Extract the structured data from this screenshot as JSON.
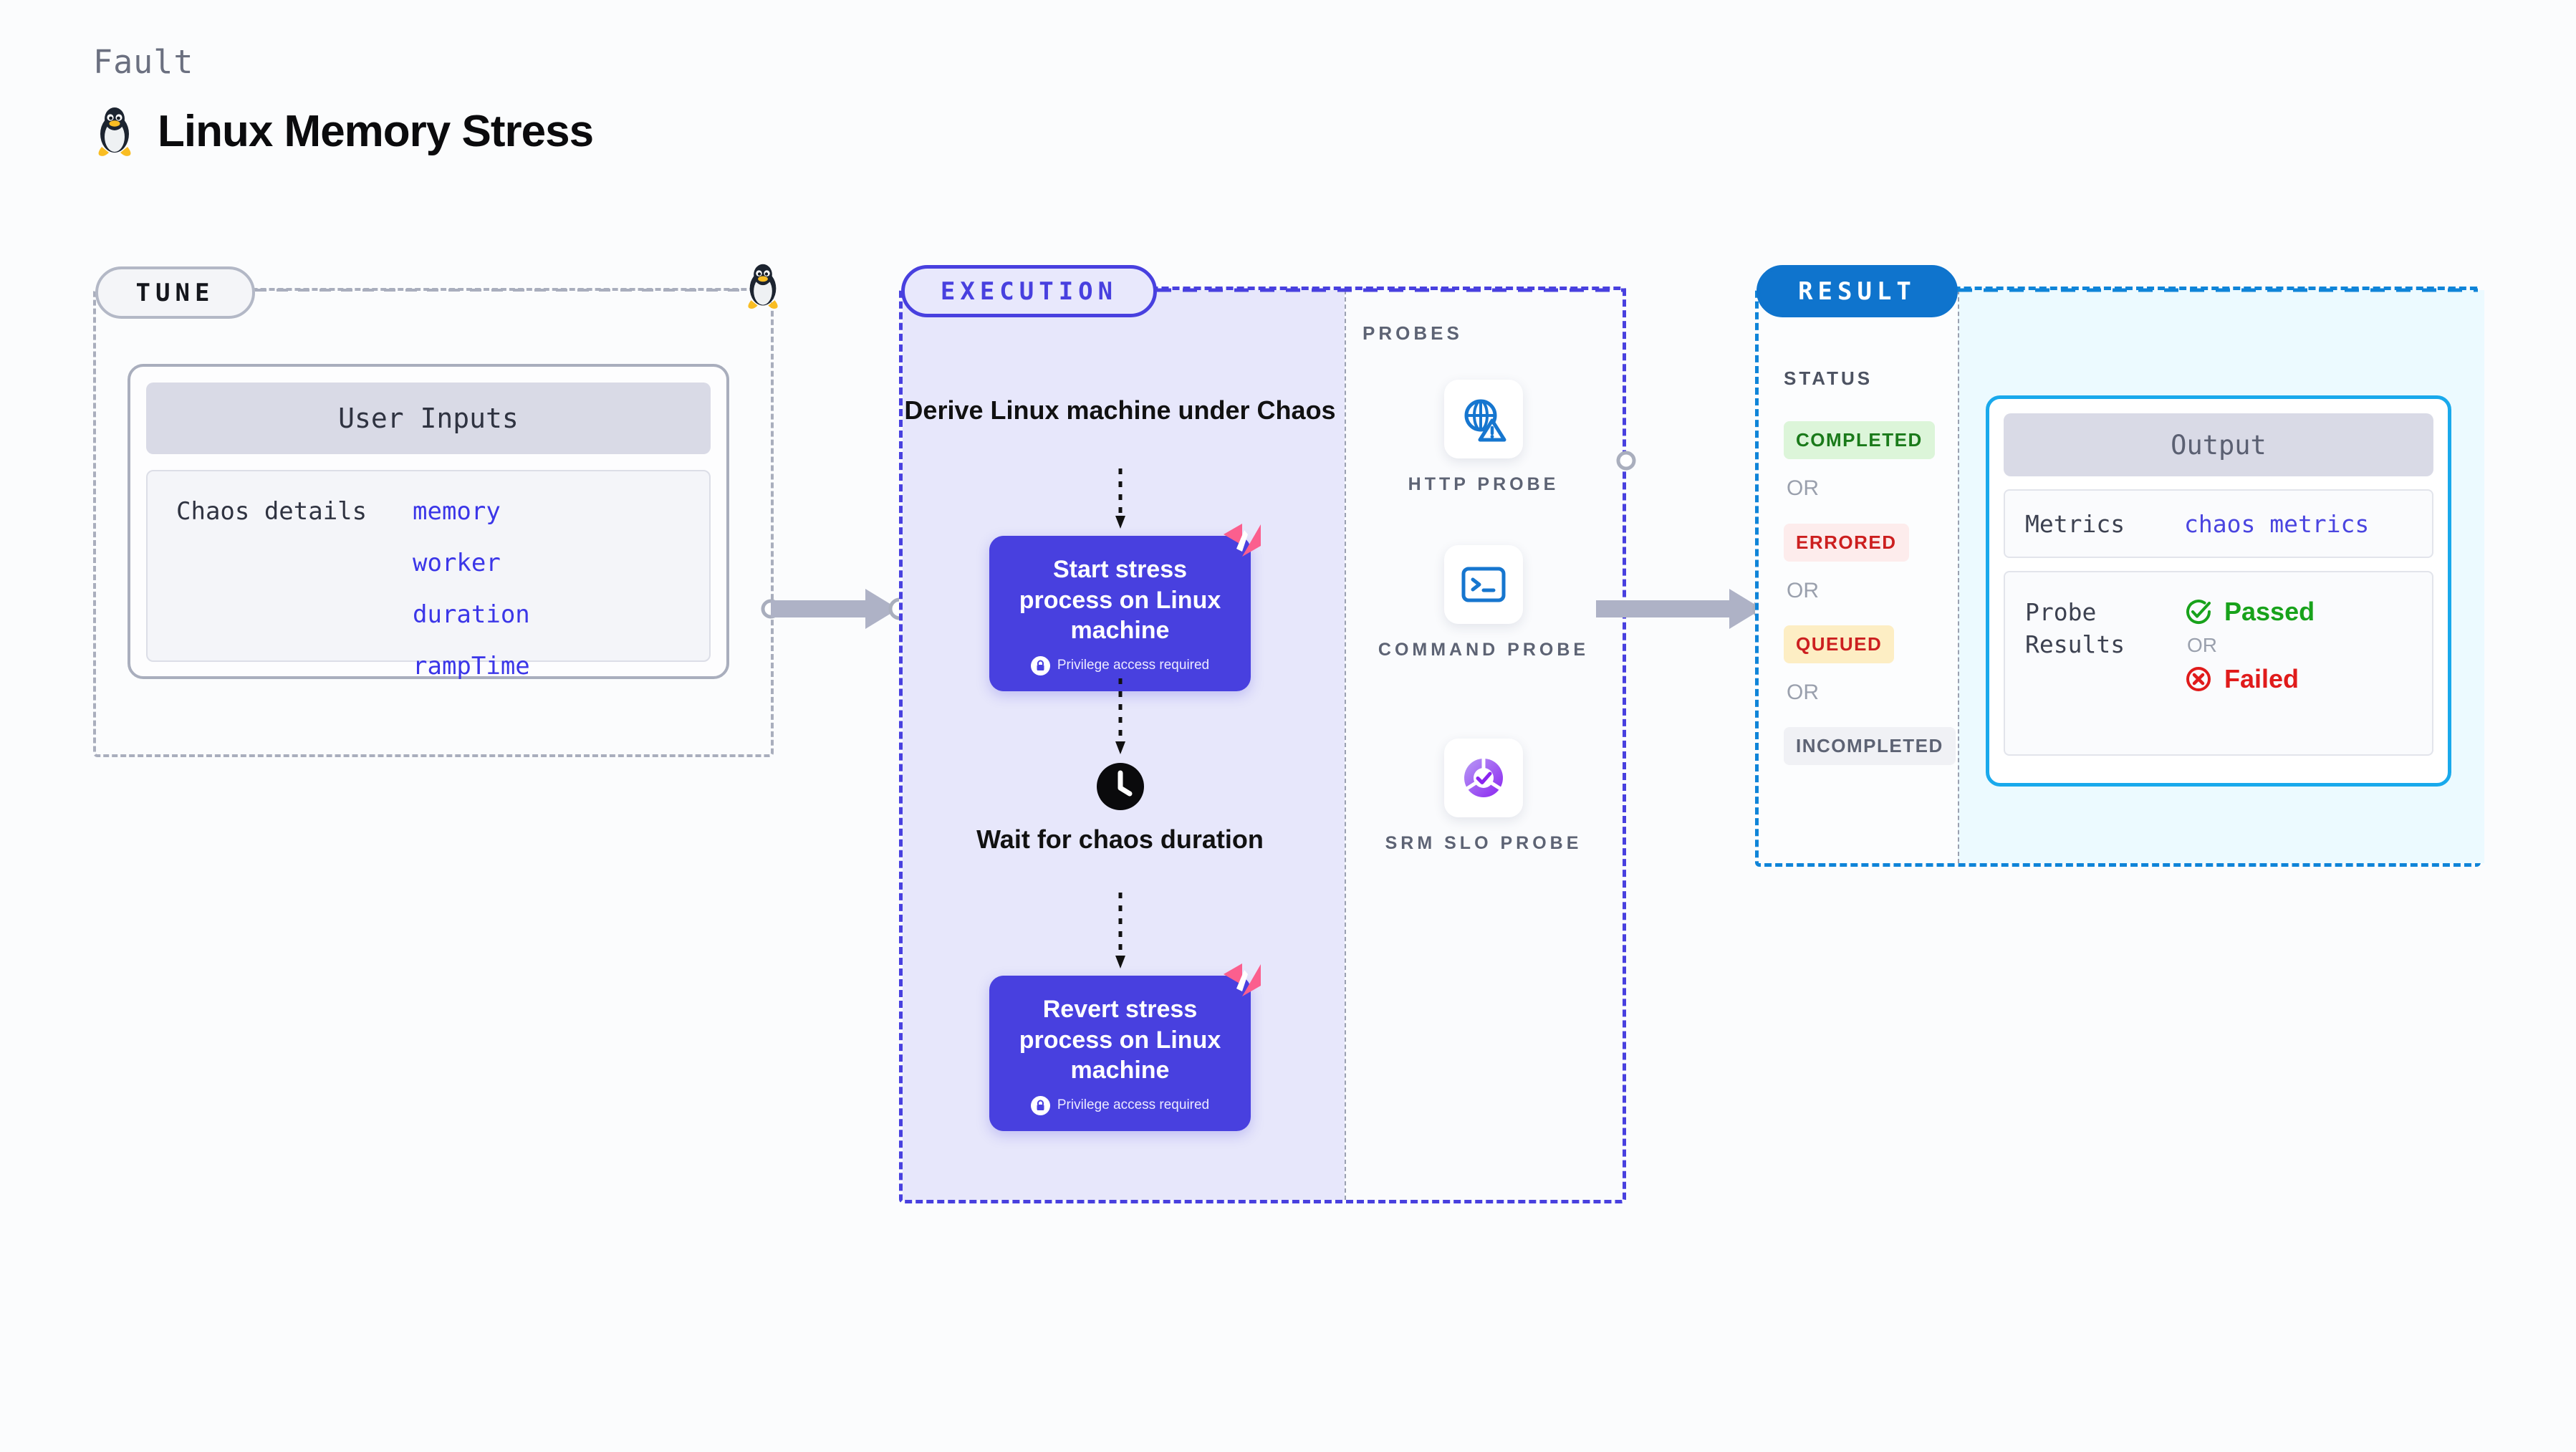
{
  "header": {
    "eyebrow": "Fault",
    "title": "Linux Memory Stress",
    "logo_icon": "linux-penguin-icon"
  },
  "tune": {
    "pill_label": "TUNE",
    "mascot_icon": "linux-penguin-icon",
    "card": {
      "header": "User Inputs",
      "field_label": "Chaos details",
      "values": [
        "memory",
        "worker",
        "duration",
        "rampTime"
      ]
    }
  },
  "execution": {
    "pill_label": "EXECUTION",
    "derive_step": "Derive Linux machine under Chaos",
    "start_step": {
      "title": "Start stress process on Linux machine",
      "note": "Privilege access required",
      "lock_icon": "lock-icon",
      "brand_icon": "harness-mark-icon"
    },
    "wait_step": {
      "label": "Wait for chaos duration",
      "icon": "clock-icon"
    },
    "revert_step": {
      "title": "Revert stress process on Linux machine",
      "note": "Privilege access required",
      "lock_icon": "lock-icon",
      "brand_icon": "harness-mark-icon"
    }
  },
  "probes": {
    "section_label": "PROBES",
    "items": [
      {
        "name": "HTTP PROBE",
        "icon": "globe-warning-icon"
      },
      {
        "name": "COMMAND PROBE",
        "icon": "terminal-icon"
      },
      {
        "name": "SRM SLO PROBE",
        "icon": "slo-donut-check-icon"
      }
    ]
  },
  "result": {
    "pill_label": "RESULT",
    "status_label": "STATUS",
    "or_label": "OR",
    "statuses": [
      {
        "label": "COMPLETED",
        "bg": "#dcf5d9",
        "fg": "#1a7a1a"
      },
      {
        "label": "ERRORED",
        "bg": "#fdecec",
        "fg": "#cc1f1f"
      },
      {
        "label": "QUEUED",
        "bg": "#fdeec4",
        "fg": "#cc1f1f"
      },
      {
        "label": "INCOMPLETED",
        "bg": "#f0f1f5",
        "fg": "#5d6374"
      }
    ],
    "output": {
      "header": "Output",
      "metrics_key": "Metrics",
      "metrics_value": "chaos metrics",
      "probe_results_key": "Probe Results",
      "passed_label": "Passed",
      "failed_label": "Failed",
      "or_label": "OR",
      "passed_icon": "check-circle-icon",
      "failed_icon": "x-circle-icon"
    }
  },
  "colors": {
    "indigo": "#4840df",
    "blue": "#0f74cd",
    "cyan": "#19a9ec",
    "pink": "#fb5f8e",
    "green": "#18a21b",
    "red": "#e01b1b",
    "gray_dash": "#a9aebd"
  }
}
